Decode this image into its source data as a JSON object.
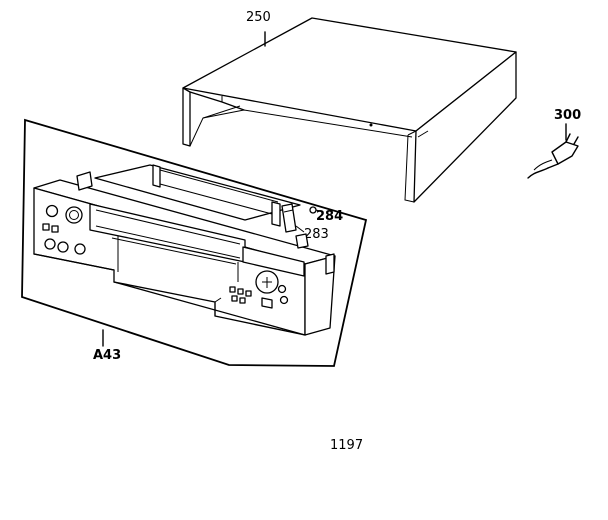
{
  "labels": {
    "cover": "250",
    "power_cord": "300",
    "screw": "284",
    "bracket": "283",
    "front_assembly": "A43",
    "page_code": "1197"
  },
  "colors": {
    "line": "#000000",
    "background": "#ffffff"
  },
  "icons": [
    "power-plug-icon"
  ]
}
